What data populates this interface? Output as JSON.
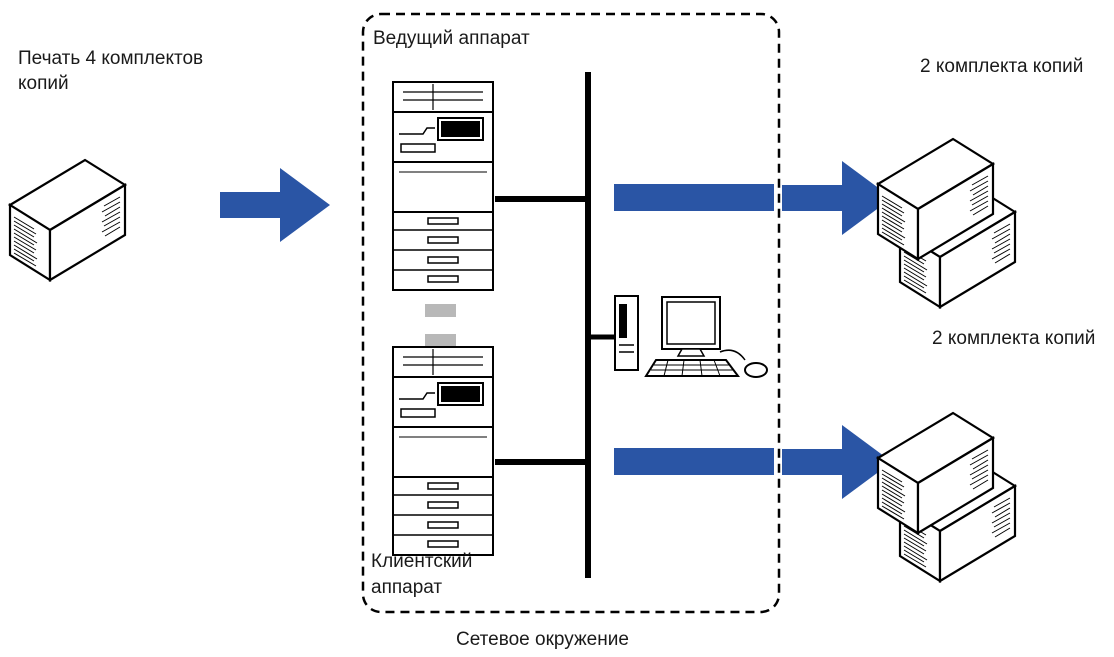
{
  "labels": {
    "source_line1": "Печать 4 комплектов",
    "source_line2": "копий",
    "host": "Ведущий аппарат",
    "client_line1": "Клиентский",
    "client_line2": "аппарат",
    "output_top": "2 комплекта копий",
    "output_bottom": "2 комплекта копий",
    "network": "Сетевое окружение"
  },
  "colors": {
    "arrow": "#2a55a5",
    "line": "#000000",
    "paper": "#ffffff",
    "connector": "#b8b8b8"
  },
  "icons": [
    "paper-stack-icon",
    "mfp-printer-icon",
    "desktop-computer-icon",
    "arrow-right-icon"
  ]
}
